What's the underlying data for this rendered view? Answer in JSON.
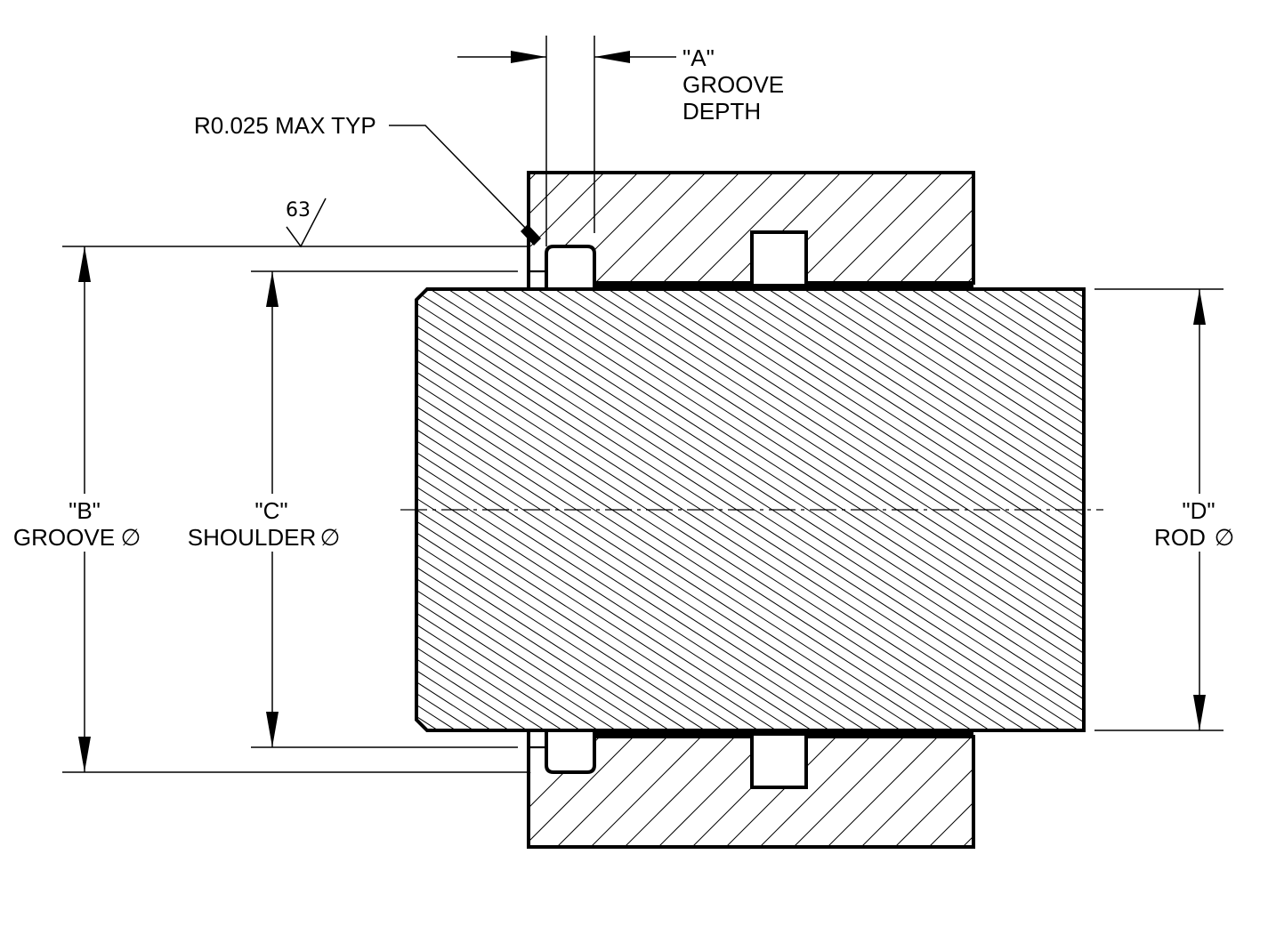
{
  "labels": {
    "a_letter": "\"A\"",
    "a_line1": "GROOVE",
    "a_line2": "DEPTH",
    "radius_note": "R0.025 MAX TYP",
    "finish": "63",
    "b_letter": "\"B\"",
    "b_name": "GROOVE",
    "c_letter": "\"C\"",
    "c_name": "SHOULDER",
    "d_letter": "\"D\"",
    "d_name": "ROD",
    "diameter_symbol": "∅"
  },
  "colors": {
    "line": "#000000",
    "background": "#ffffff"
  }
}
